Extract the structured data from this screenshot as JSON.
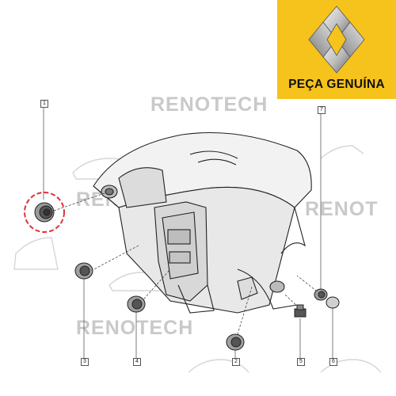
{
  "brand": {
    "label": "PEÇA GENUÍNA",
    "logo": "renault-diamond-logo",
    "background_color": "#f6c21c"
  },
  "watermark": {
    "text": "RENOTECH",
    "partial_text": "RENOT",
    "color": "#c9c9c9"
  },
  "callouts": [
    "1",
    "7",
    "3",
    "4",
    "2",
    "5",
    "6"
  ],
  "highlight_color": "#e0303a"
}
